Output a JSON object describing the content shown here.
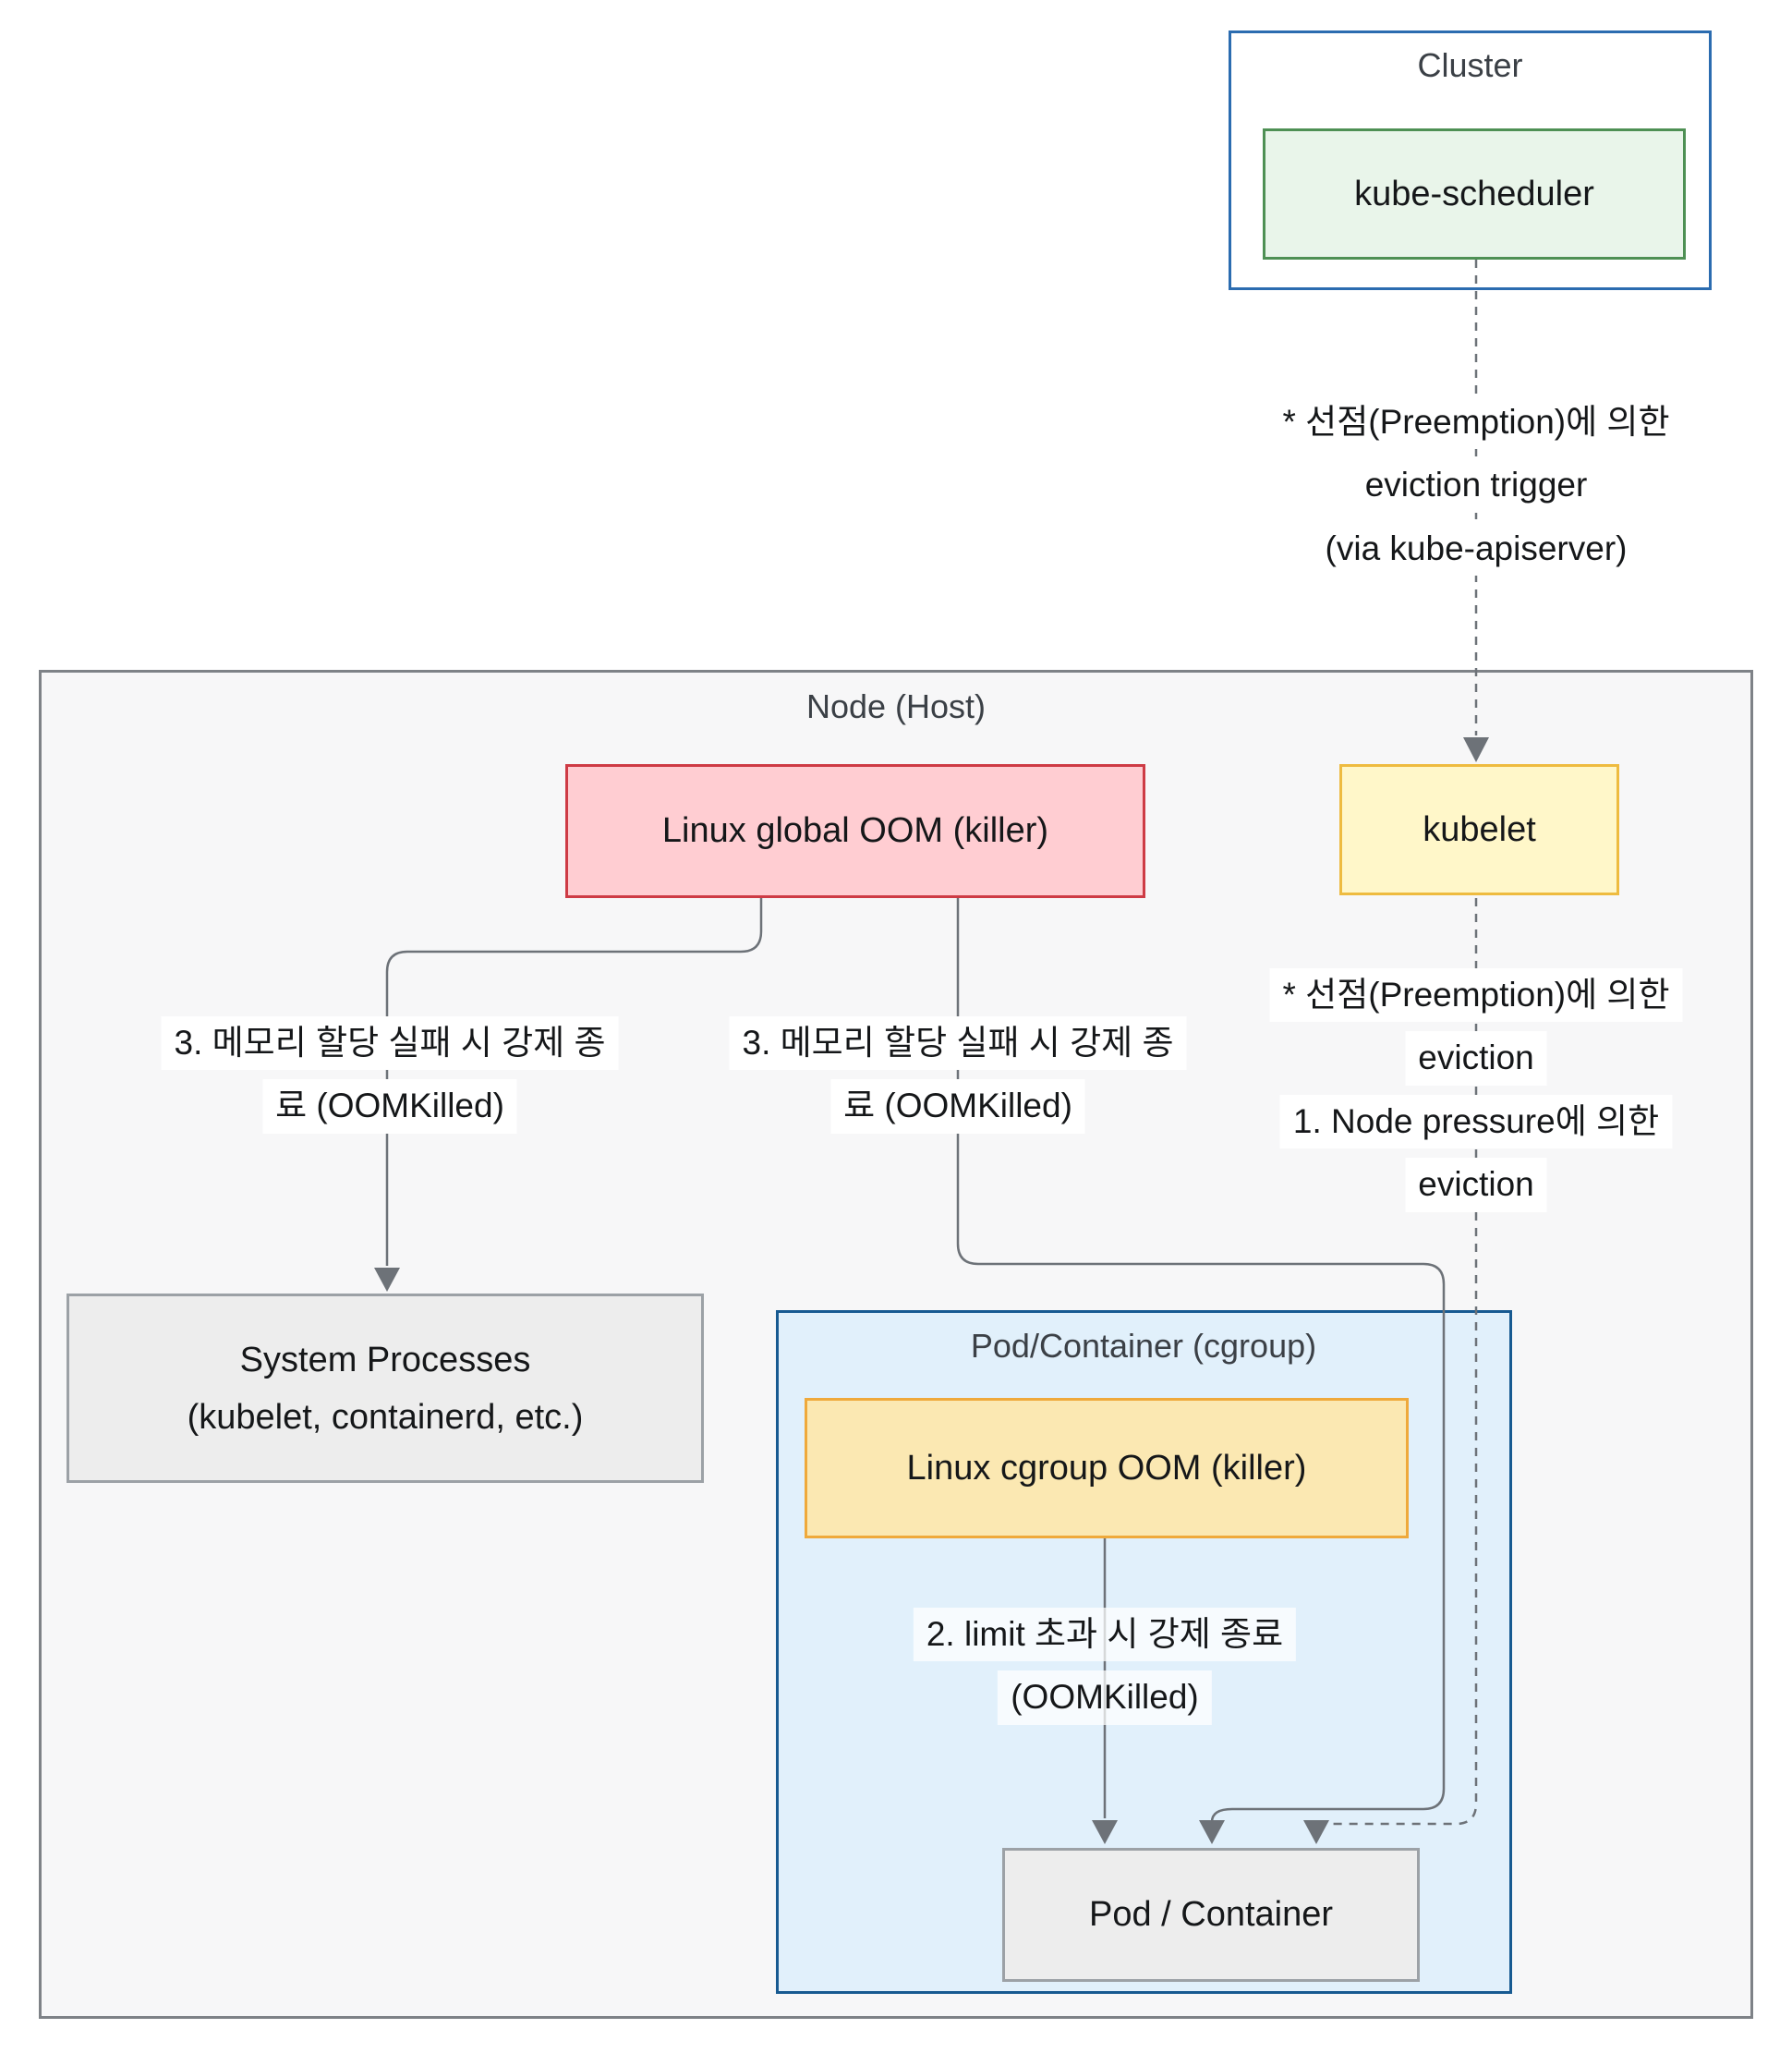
{
  "cluster": {
    "title": "Cluster",
    "kube_scheduler": "kube-scheduler"
  },
  "preemption_trigger_label": {
    "line1": "* 선점(Preemption)에 의한",
    "line2": "eviction trigger",
    "line3": "(via kube-apiserver)"
  },
  "node": {
    "title": "Node (Host)",
    "global_oom": "Linux global OOM (killer)",
    "kubelet": "kubelet",
    "oomkilled_left_label": {
      "line1": "3. 메모리 할당 실패 시 강제 종",
      "line2": "료 (OOMKilled)"
    },
    "oomkilled_mid_label": {
      "line1": "3. 메모리 할당 실패 시 강제 종",
      "line2": "료 (OOMKilled)"
    },
    "eviction_label": {
      "line1": "* 선점(Preemption)에 의한",
      "line2": "eviction",
      "line3": "1. Node pressure에 의한",
      "line4": "eviction"
    },
    "system_processes": {
      "line1": "System Processes",
      "line2": "(kubelet, containerd, etc.)"
    },
    "cgroup": {
      "title": "Pod/Container (cgroup)",
      "cgroup_oom": "Linux cgroup OOM (killer)",
      "limit_label": {
        "line1": "2. limit 초과 시 강제 종료",
        "line2": "(OOMKilled)"
      },
      "pod_container": "Pod / Container"
    }
  },
  "colors": {
    "cluster_border": "#2B6CB0",
    "scheduler_bg": "#E9F5EA",
    "scheduler_border": "#4E9054",
    "node_bg": "#F7F7F8",
    "node_border": "#7E8287",
    "global_oom_bg": "#FFCDD2",
    "global_oom_border": "#CE3B45",
    "kubelet_bg": "#FFF7C9",
    "kubelet_border": "#EEBB40",
    "cgroup_bg": "#E1F0FB",
    "cgroup_border": "#175A91",
    "cgroup_oom_bg": "#FBE8B2",
    "cgroup_oom_border": "#EFA93B",
    "gray_box_bg": "#EDEDED",
    "gray_box_border": "#9CA1A6",
    "connector": "#6D7278",
    "title_text": "#3B4046"
  }
}
